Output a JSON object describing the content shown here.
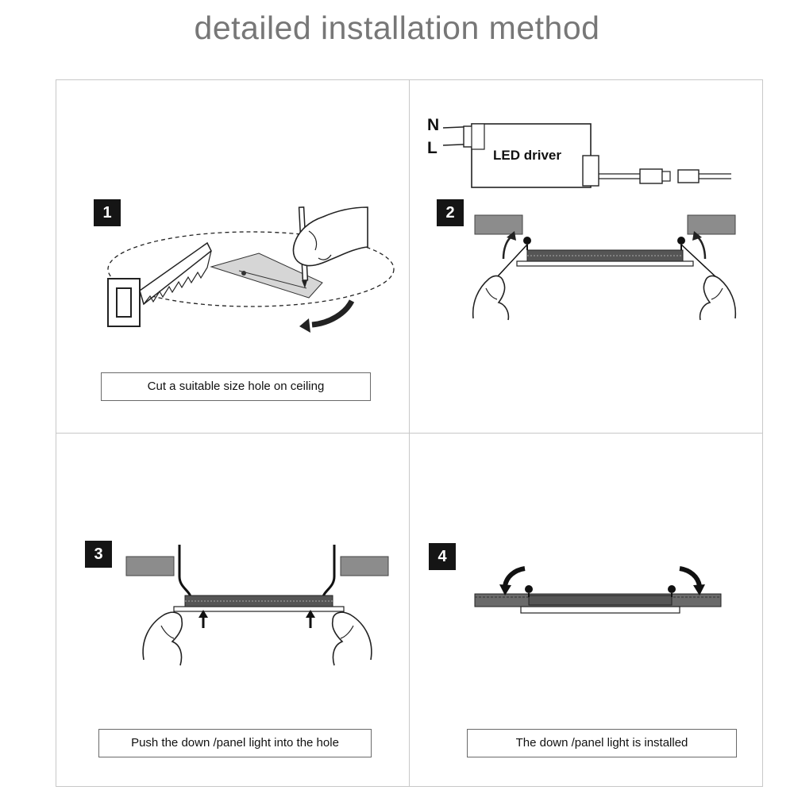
{
  "title": "detailed installation method",
  "steps": [
    {
      "number": "1",
      "caption": "Cut a suitable size hole on ceiling"
    },
    {
      "number": "2",
      "caption": ""
    },
    {
      "number": "3",
      "caption": "Push the down /panel light  into the hole"
    },
    {
      "number": "4",
      "caption": "The down /panel light is installed"
    }
  ],
  "driver": {
    "label": "LED driver",
    "neutral": "N",
    "live": "L"
  },
  "colors": {
    "ceiling_grey": "#8c8c8c",
    "ink": "#111111",
    "frame": "#c8c8c8",
    "title": "#777777"
  }
}
